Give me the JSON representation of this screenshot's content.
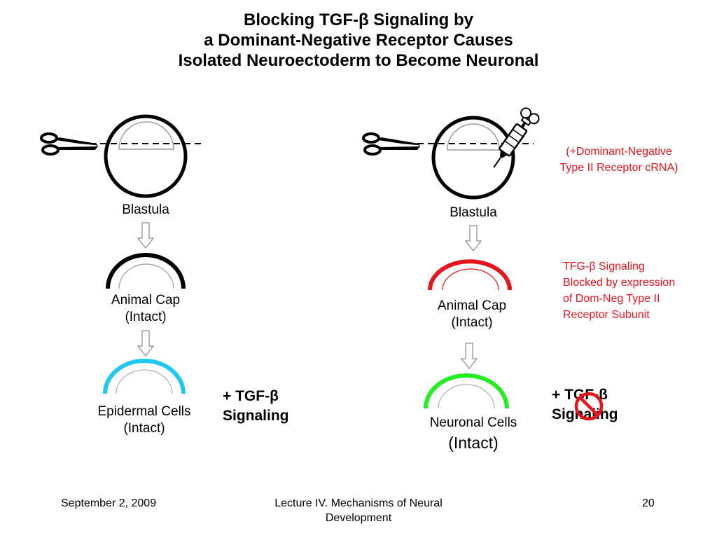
{
  "title": {
    "line1": "Blocking TGF-β Signaling by",
    "line2": "a Dominant-Negative Receptor Causes",
    "line3": "Isolated Neuroectoderm to Become Neuronal"
  },
  "left": {
    "blastula_label": "Blastula",
    "cap_label_1": "Animal Cap",
    "cap_label_2": "(Intact)",
    "result_label_1": "Epidermal Cells",
    "result_label_2": "(Intact)",
    "signal_1": "+ TGF-β",
    "signal_2": "Signaling"
  },
  "right": {
    "blastula_label": "Blastula",
    "injection_1": "(+Dominant-Negative",
    "injection_2": "Type II Receptor cRNA)",
    "blocked_1": "TFG-β Signaling",
    "blocked_2": "Blocked by expression",
    "blocked_3": "of Dom-Neg Type II",
    "blocked_4": "Receptor Subunit",
    "cap_label_1": "Animal Cap",
    "cap_label_2": "(Intact)",
    "result_label_1": "Neuronal Cells",
    "result_label_2": "(Intact)",
    "signal_1": "+ TGF-β",
    "signal_2": "Signaling"
  },
  "colors": {
    "cap_intact_left": "#000000",
    "epidermal": "#1ec8f0",
    "cap_intact_right": "#e8141c",
    "neuronal": "#22ee22",
    "annotation": "#e8141c"
  },
  "footer": {
    "date": "September 2, 2009",
    "lecture_1": "Lecture IV. Mechanisms of Neural",
    "lecture_2": "Development",
    "page": "20"
  }
}
